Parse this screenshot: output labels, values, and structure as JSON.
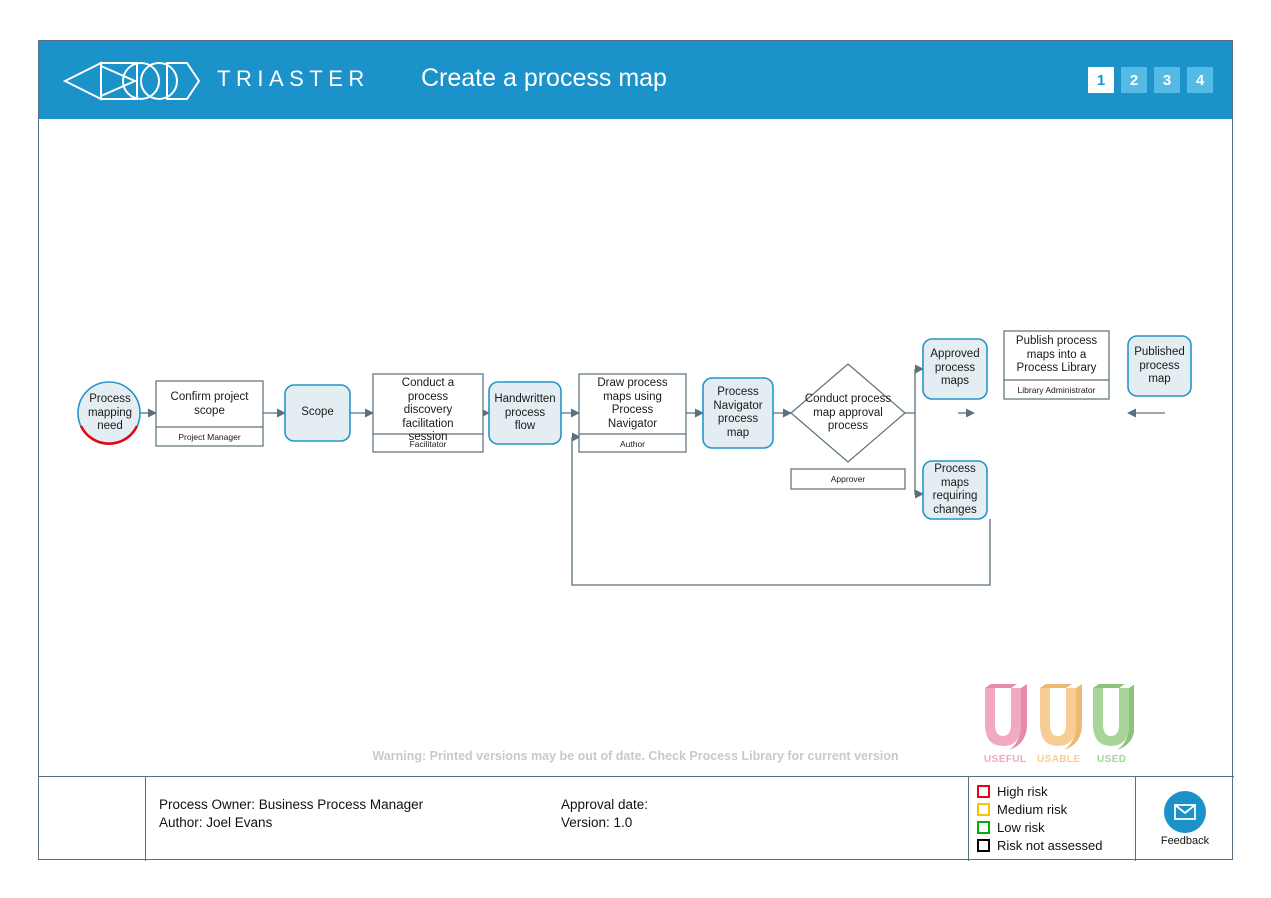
{
  "header": {
    "brand": "TRIASTER",
    "logo_icon": "triaster-logo-icon",
    "title": "Create a process map",
    "pages": [
      {
        "label": "1",
        "active": true
      },
      {
        "label": "2",
        "active": false
      },
      {
        "label": "3",
        "active": false
      },
      {
        "label": "4",
        "active": false
      }
    ],
    "bg_color": "#1b92ca",
    "pager_inactive_color": "#55bbe4"
  },
  "diagram": {
    "type": "process-flow",
    "nodes": [
      {
        "id": "start",
        "shape": "circle",
        "label": "Process\nmapping\nneed"
      },
      {
        "id": "confirm",
        "shape": "process",
        "label": "Confirm project\nscope",
        "role": "Project Manager"
      },
      {
        "id": "scope",
        "shape": "data",
        "label": "Scope"
      },
      {
        "id": "conduct",
        "shape": "process",
        "label": "Conduct a\nprocess\ndiscovery\nfacilitation\nsession",
        "role": "Facilitator"
      },
      {
        "id": "handwritten",
        "shape": "data",
        "label": "Handwritten\nprocess\nflow"
      },
      {
        "id": "draw",
        "shape": "process",
        "label": "Draw process\nmaps using\nProcess\nNavigator",
        "role": "Author"
      },
      {
        "id": "pnmap",
        "shape": "data",
        "label": "Process\nNavigator\nprocess\nmap"
      },
      {
        "id": "approval",
        "shape": "decision",
        "label": "Conduct process\nmap approval\nprocess",
        "role": "Approver"
      },
      {
        "id": "approved",
        "shape": "data",
        "label": "Approved\nprocess\nmaps"
      },
      {
        "id": "changes",
        "shape": "data",
        "label": "Process\nmaps\nrequiring\nchanges"
      },
      {
        "id": "publish",
        "shape": "process",
        "label": "Publish process\nmaps into a\nProcess Library",
        "role": "Library Administrator"
      },
      {
        "id": "published",
        "shape": "data",
        "label": "Published\nprocess\nmap"
      }
    ],
    "colors": {
      "node_fill": "#e4edf2",
      "node_stroke": "#2196c9",
      "process_stroke": "#5b6f7c",
      "connector": "#5b6f7c",
      "start_accent": "#e30613"
    }
  },
  "uuu_logo": {
    "items": [
      {
        "caption": "USEFUL",
        "color": "#f0a9bf"
      },
      {
        "caption": "USABLE",
        "color": "#f7cd93"
      },
      {
        "caption": "USED",
        "color": "#a8d49a"
      }
    ]
  },
  "warning": {
    "text": "Warning: Printed versions may be out of date. Check Process Library for current version"
  },
  "footer": {
    "meta_left": [
      "Process Owner: Business Process Manager",
      "Author: Joel Evans"
    ],
    "meta_right": [
      "Approval date:",
      "Version: 1.0"
    ],
    "risk_legend": [
      {
        "label": "High risk",
        "color": "#e30613"
      },
      {
        "label": "Medium risk",
        "color": "#fbc400"
      },
      {
        "label": "Low risk",
        "color": "#00b200"
      },
      {
        "label": "Risk not assessed",
        "color": "#000000"
      }
    ],
    "feedback": {
      "caption": "Feedback",
      "icon": "envelope-icon"
    }
  }
}
